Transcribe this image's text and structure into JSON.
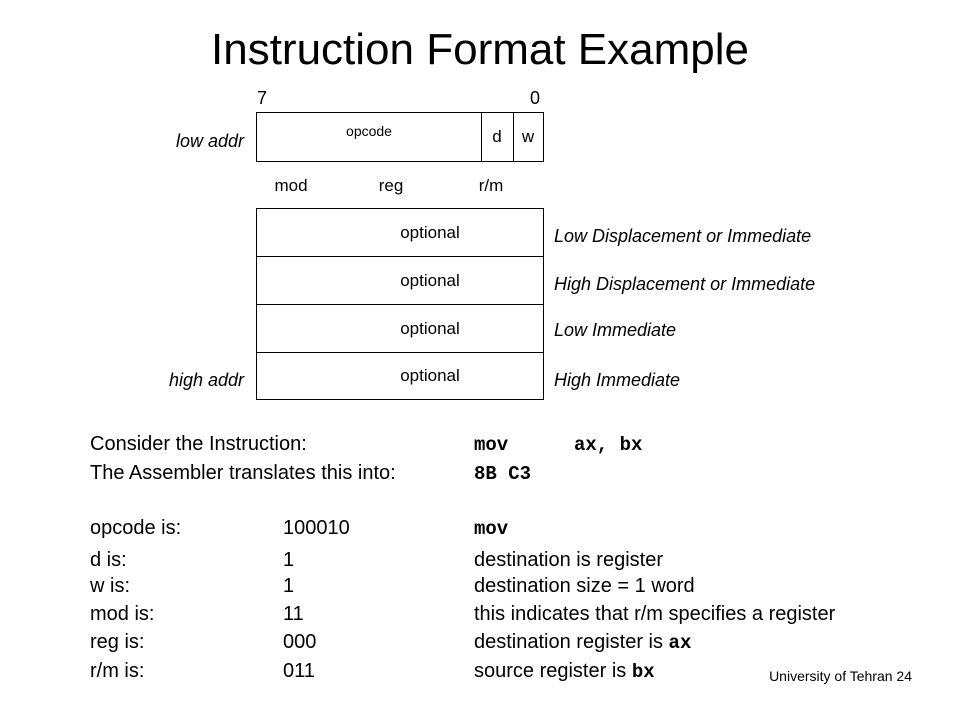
{
  "title": "Instruction Format Example",
  "diagram": {
    "bit_high": "7",
    "bit_low": "0",
    "low_addr": "low addr",
    "high_addr": "high addr",
    "byte1": {
      "opcode": "opcode",
      "d": "d",
      "w": "w"
    },
    "byte2": {
      "mod": "mod",
      "reg": "reg",
      "rm": "r/m"
    },
    "optional_rows": [
      {
        "cell": "optional",
        "label": "Low Displacement or Immediate"
      },
      {
        "cell": "optional",
        "label": "High Displacement or Immediate"
      },
      {
        "cell": "optional",
        "label": "Low Immediate"
      },
      {
        "cell": "optional",
        "label": "High Immediate"
      }
    ]
  },
  "consider": {
    "label": "Consider the Instruction:",
    "code_op": "mov",
    "code_args": "ax, bx",
    "translate_label": "The Assembler translates this into:",
    "translate_code": "8B C3"
  },
  "fields": [
    {
      "name": "opcode is:",
      "value": "100010",
      "desc": "",
      "desc_code": "mov"
    },
    {
      "name": "d is:",
      "value": "1",
      "desc": "destination is register",
      "desc_code": ""
    },
    {
      "name": "w is:",
      "value": "1",
      "desc": "destination size = 1 word",
      "desc_code": ""
    },
    {
      "name": "mod is:",
      "value": "11",
      "desc": "this indicates that r/m specifies a register",
      "desc_code": ""
    },
    {
      "name": "reg is:",
      "value": "000",
      "desc": "destination register is ",
      "desc_code": "ax"
    },
    {
      "name": "r/m is:",
      "value": "011",
      "desc": "source register is ",
      "desc_code": "bx"
    }
  ],
  "footer": "University of Tehran 24"
}
